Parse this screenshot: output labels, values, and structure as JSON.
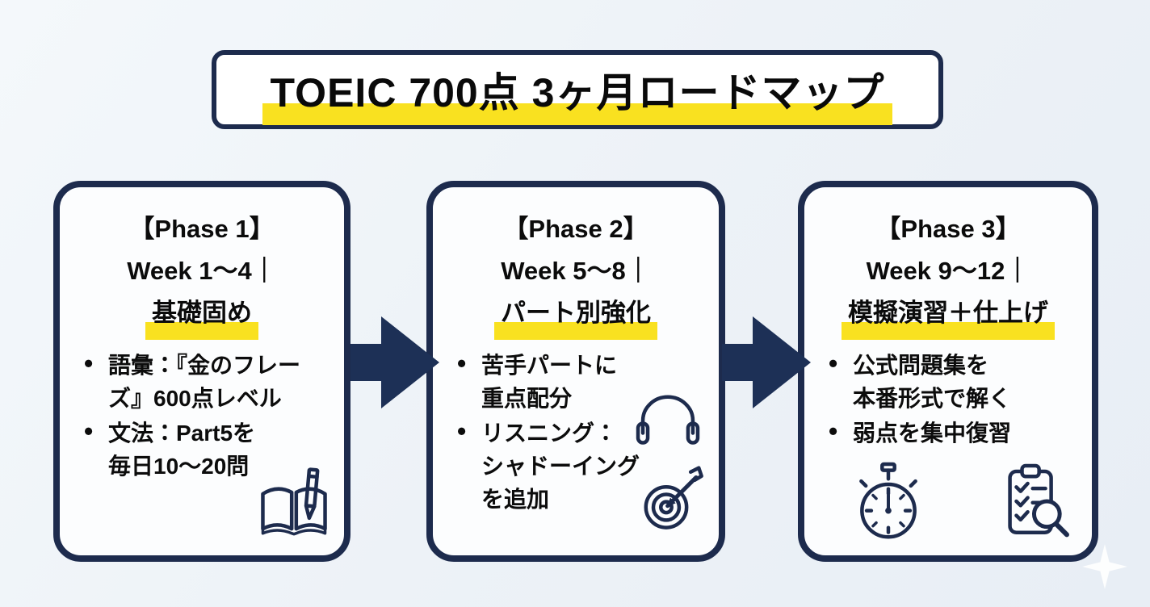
{
  "page": {
    "title": "TOEIC 700点 3ヶ月ロードマップ"
  },
  "colors": {
    "navy": "#1d2b4d",
    "arrow_navy": "#1d3056",
    "highlight_yellow": "#f9e120",
    "card_bg": "#fcfdfe",
    "text_black": "#0c0c0c"
  },
  "cards": [
    {
      "phase_label": "【Phase 1】",
      "week_label": "Week 1〜4｜",
      "focus_label": "基礎固め",
      "bullets": [
        {
          "lines": [
            "語彙：『金のフレー",
            "ズ』600点レベル"
          ]
        },
        {
          "lines": [
            "文法：Part5を",
            "毎日10〜20問"
          ]
        }
      ],
      "icons": [
        "book-pencil-icon"
      ]
    },
    {
      "phase_label": "【Phase 2】",
      "week_label": "Week 5〜8｜",
      "focus_label": "パート別強化",
      "bullets": [
        {
          "lines": [
            "苦手パートに",
            "重点配分"
          ]
        },
        {
          "lines": [
            "リスニング：",
            "シャドーイング",
            "を追加"
          ]
        }
      ],
      "icons": [
        "headphones-icon",
        "target-arrow-icon"
      ]
    },
    {
      "phase_label": "【Phase 3】",
      "week_label": "Week 9〜12｜",
      "focus_label": "模擬演習＋仕上げ",
      "bullets": [
        {
          "lines": [
            "公式問題集を",
            "本番形式で解く"
          ]
        },
        {
          "lines": [
            "弱点を集中復習"
          ]
        }
      ],
      "icons": [
        "stopwatch-icon",
        "checklist-magnifier-icon"
      ]
    }
  ],
  "decorations": {
    "arrows": [
      "right-arrow-icon",
      "right-arrow-icon"
    ],
    "sparkle": "sparkle-decoration"
  }
}
